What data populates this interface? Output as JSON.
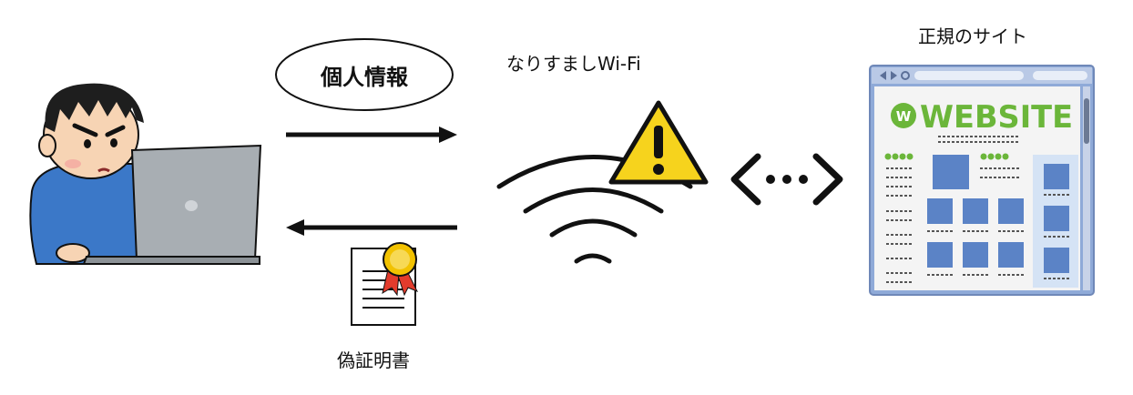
{
  "labels": {
    "personal_info": "個人情報",
    "spoof_wifi": "なりすましWi-Fi",
    "legit_site": "正規のサイト",
    "fake_cert": "偽証明書"
  },
  "website": {
    "logo_letter": "W",
    "logo_text": "WEBSITE"
  },
  "icons": {
    "user": "hacker-user-icon",
    "laptop": "laptop-icon",
    "wifi": "wifi-icon",
    "warning": "warning-icon",
    "connection": "bidirectional-connection-icon",
    "browser": "browser-window-icon",
    "certificate": "certificate-icon"
  },
  "colors": {
    "ink": "#111111",
    "warning": "#f6d31d",
    "site_green": "#6bb63a",
    "site_blue": "#5b83c6",
    "browser_frame": "#8faad8",
    "skin": "#f7d4b4",
    "hair": "#1e1e1e",
    "shirt": "#3b78c8",
    "laptop": "#a8aeb3",
    "medal": "#f2c200",
    "ribbon": "#e23b2c"
  }
}
